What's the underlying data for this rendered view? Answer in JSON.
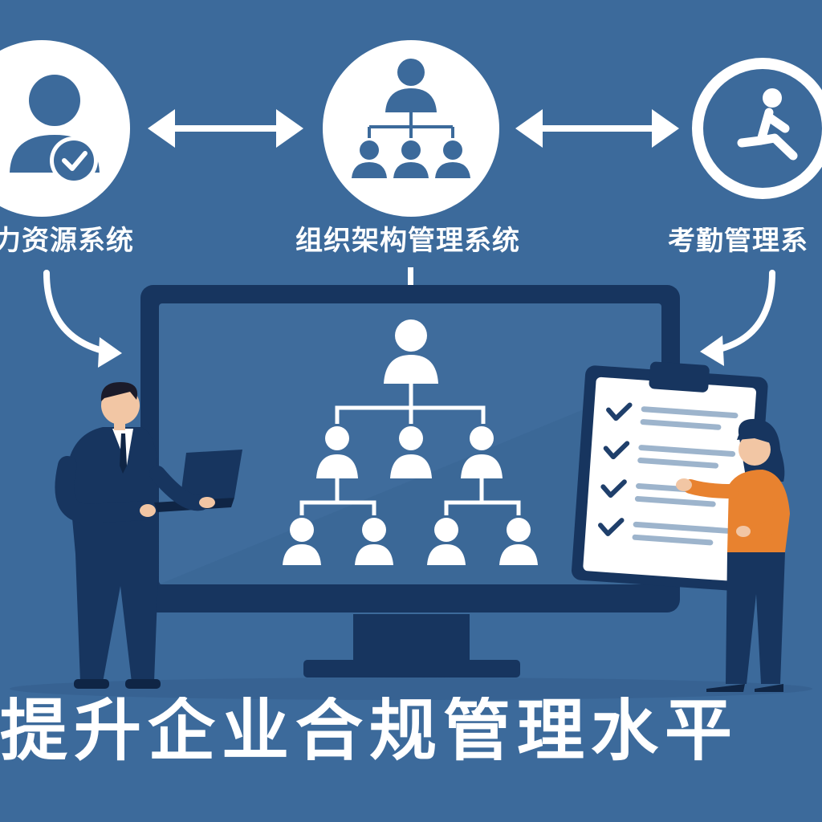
{
  "colors": {
    "background": "#3c6a9b",
    "navy": "#17355f",
    "screen": "#3f6c9c",
    "white": "#ffffff",
    "orange": "#e8822f",
    "check": "#1f3f6b",
    "clip_line": "#9db4cc"
  },
  "systems": [
    {
      "label": "力资源系统",
      "icon": "user-check-icon"
    },
    {
      "label": "组织架构管理系统",
      "icon": "org-chart-icon"
    },
    {
      "label": "考勤管理系",
      "icon": "running-person-icon"
    }
  ],
  "headline": "提升企业合规管理水平"
}
